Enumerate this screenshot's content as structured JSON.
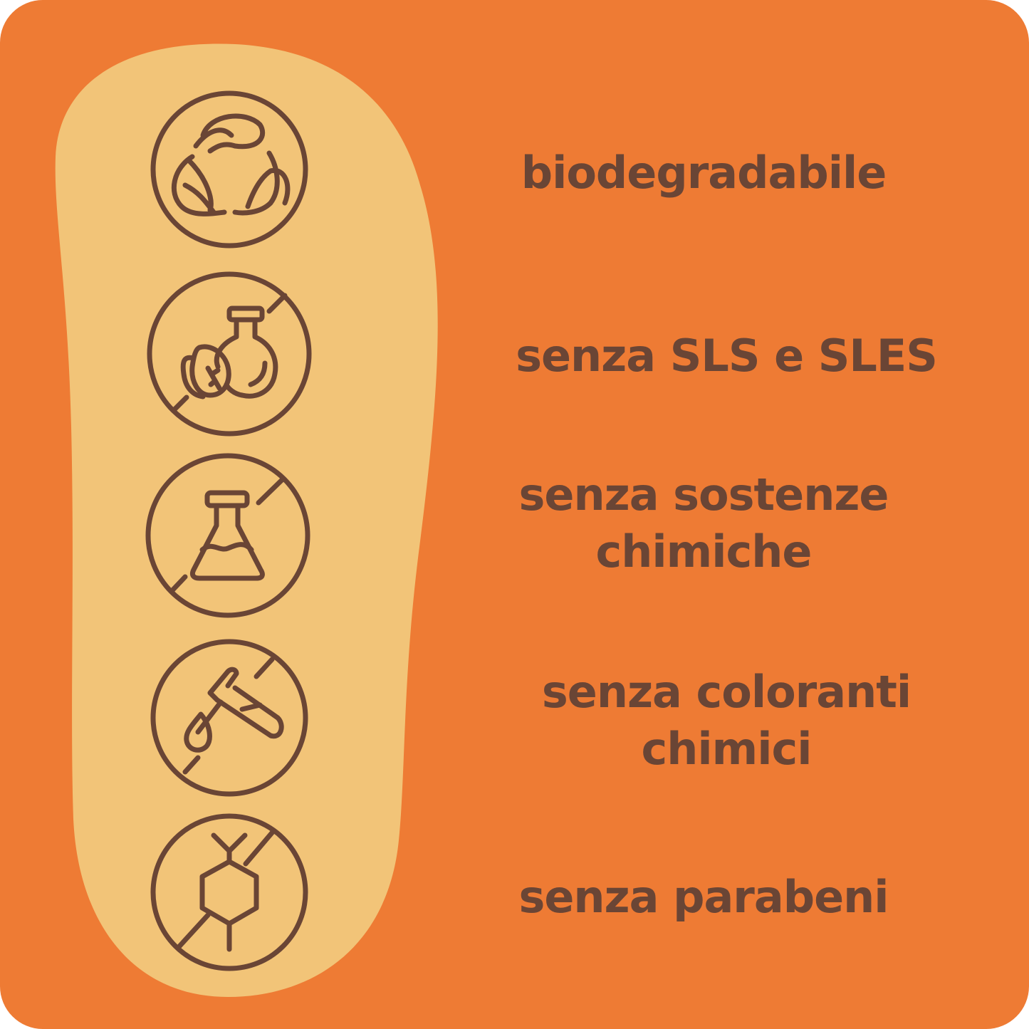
{
  "colors": {
    "background": "#EE7B34",
    "blob": "#F2C478",
    "ink": "#6A4535"
  },
  "features": [
    {
      "icon": "recycle-leaves-icon",
      "lines": [
        "biodegradabile"
      ]
    },
    {
      "icon": "no-sls-sles-icon",
      "lines": [
        "senza SLS e SLES"
      ]
    },
    {
      "icon": "no-chemicals-icon",
      "lines": [
        "senza sostenze",
        "chimiche"
      ]
    },
    {
      "icon": "no-dyes-icon",
      "lines": [
        "senza coloranti",
        "chimici"
      ]
    },
    {
      "icon": "no-parabens-icon",
      "lines": [
        "senza parabeni"
      ]
    }
  ]
}
